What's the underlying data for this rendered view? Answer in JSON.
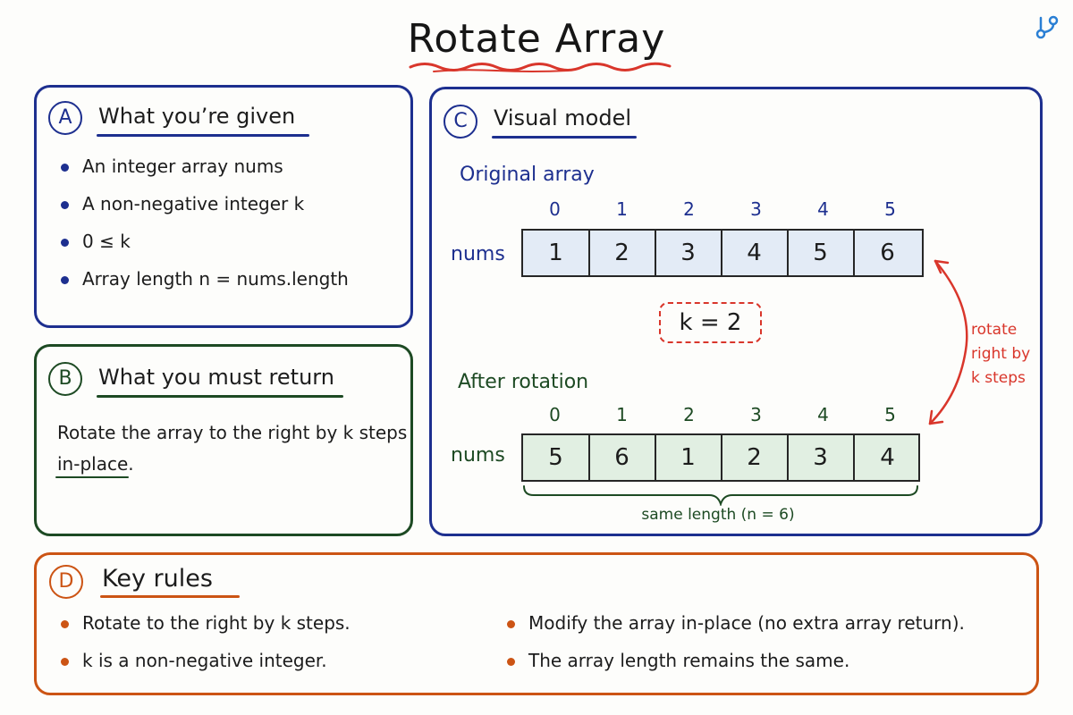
{
  "title": "Rotate Array",
  "icons": {
    "logo": "branch-icon"
  },
  "colors": {
    "blue": "#1d2f8f",
    "green": "#1d4a23",
    "orange": "#cc5414",
    "red": "#d9362b",
    "cell_blue": "#e3ebf6",
    "cell_green": "#e1efe2"
  },
  "panel_a": {
    "badge": "A",
    "heading": "What you’re given",
    "items": [
      "An integer array nums",
      "A non-negative integer k",
      "0 ≤ k",
      "Array length n = nums.length"
    ]
  },
  "panel_b": {
    "badge": "B",
    "heading": "What you must return",
    "text_line1": "Rotate the array to the right by k steps",
    "text_line2": "in-place."
  },
  "panel_c": {
    "badge": "C",
    "heading": "Visual model",
    "original_label": "Original array",
    "after_label": "After rotation",
    "row_label": "nums",
    "indices": [
      "0",
      "1",
      "2",
      "3",
      "4",
      "5"
    ],
    "original_values": [
      "1",
      "2",
      "3",
      "4",
      "5",
      "6"
    ],
    "rotated_values": [
      "5",
      "6",
      "1",
      "2",
      "3",
      "4"
    ],
    "k_label": "k = 2",
    "rotate_note": [
      "rotate",
      "right by",
      "k steps"
    ],
    "length_note": "same length (n = 6)"
  },
  "panel_d": {
    "badge": "D",
    "heading": "Key rules",
    "items_left": [
      "Rotate to the right by k steps.",
      "k is a non-negative integer."
    ],
    "items_right": [
      "Modify the array in-place (no extra array return).",
      "The array length remains the same."
    ]
  }
}
